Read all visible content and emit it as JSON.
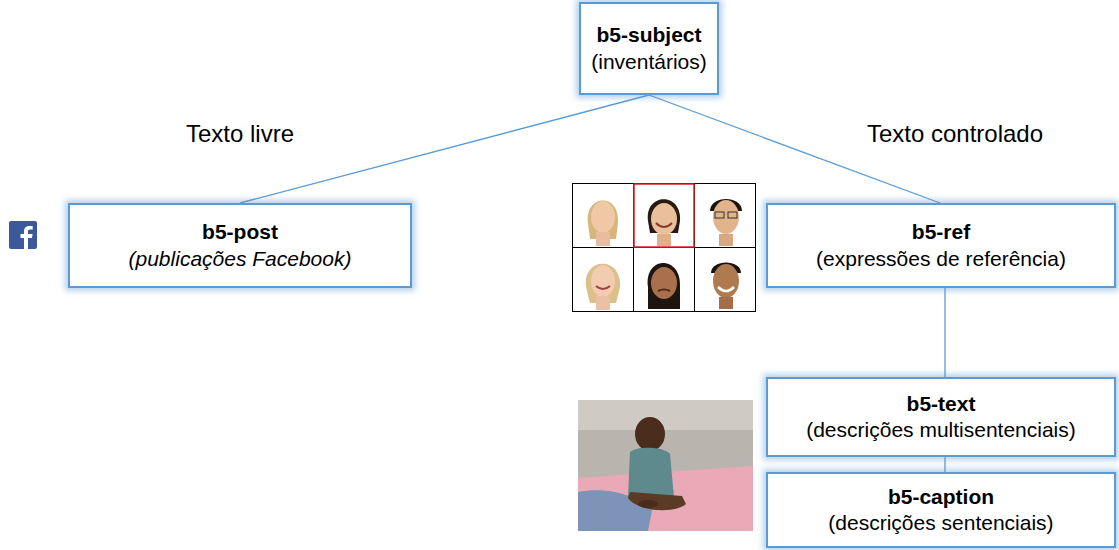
{
  "diagram": {
    "nodes": [
      {
        "text": [
          "b5-subject",
          "(inventários)"
        ]
      },
      {
        "text": [
          "b5-post",
          "(publicações Facebook)"
        ]
      },
      {
        "text": [
          "b5-ref",
          "(expressões de referência)"
        ]
      },
      {
        "text": [
          "b5-text",
          "(descrições multisentenciais)"
        ]
      },
      {
        "text": [
          "b5-caption",
          "(descrições sentenciais)"
        ]
      }
    ],
    "edges": [
      {
        "from": 0,
        "to": 1,
        "arrow": "none"
      },
      {
        "from": 0,
        "to": 2,
        "arrow": "none"
      },
      {
        "from": 2,
        "to": 3,
        "arrow": "none"
      },
      {
        "from": 3,
        "to": 4,
        "arrow": "none"
      }
    ],
    "labels": [
      "Texto livre",
      "Texto controlado"
    ]
  }
}
